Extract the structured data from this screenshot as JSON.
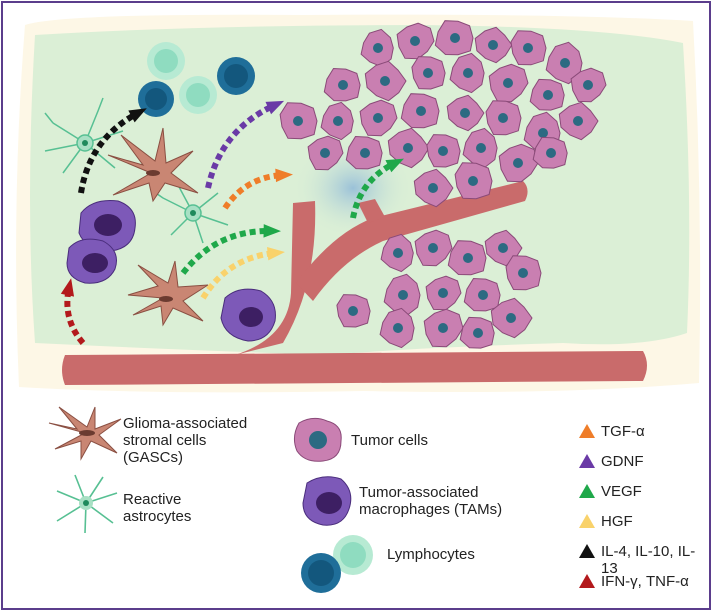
{
  "legend": {
    "cells": [
      {
        "id": "gasc",
        "label": "Glioma-associated\nstromal cells\n(GASCs)"
      },
      {
        "id": "astro",
        "label": "Reactive\nastrocytes"
      },
      {
        "id": "tumor",
        "label": "Tumor cells"
      },
      {
        "id": "tam",
        "label": "Tumor-associated\nmacrophages (TAMs)"
      },
      {
        "id": "lymph",
        "label": "Lymphocytes"
      }
    ],
    "factors": [
      {
        "label": "TGF-α",
        "color": "#ef7d29"
      },
      {
        "label": "GDNF",
        "color": "#6a3aa6"
      },
      {
        "label": "VEGF",
        "color": "#1fa84a"
      },
      {
        "label": "HGF",
        "color": "#f9d26b"
      },
      {
        "label": "IL-4, IL-10, IL-13",
        "color": "#111111"
      },
      {
        "label": "IFN-γ, TNF-α",
        "color": "#b3191c"
      }
    ]
  },
  "colors": {
    "border": "#5b3d8c",
    "outer_tissue": "#fdf7e6",
    "inner_tissue": "#dbefd6",
    "vessel": "#c96b6b",
    "tumor_fill": "#c97fb1",
    "tumor_nucleus": "#2c6a82",
    "tam_fill": "#7d59b8",
    "gasc_fill": "#c98673",
    "astro_stroke": "#57c093",
    "lymph_dark": "#1f6e99",
    "lymph_light": "#8fdcc0"
  }
}
